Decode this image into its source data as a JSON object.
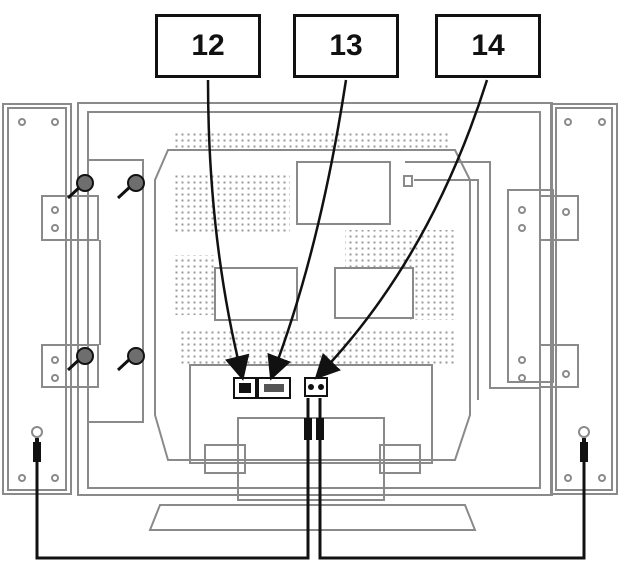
{
  "callouts": [
    {
      "id": "12",
      "label": "12"
    },
    {
      "id": "13",
      "label": "13"
    },
    {
      "id": "14",
      "label": "14"
    }
  ],
  "colors": {
    "line": "#8a8a8a",
    "ink": "#111111",
    "background": "#ffffff"
  }
}
